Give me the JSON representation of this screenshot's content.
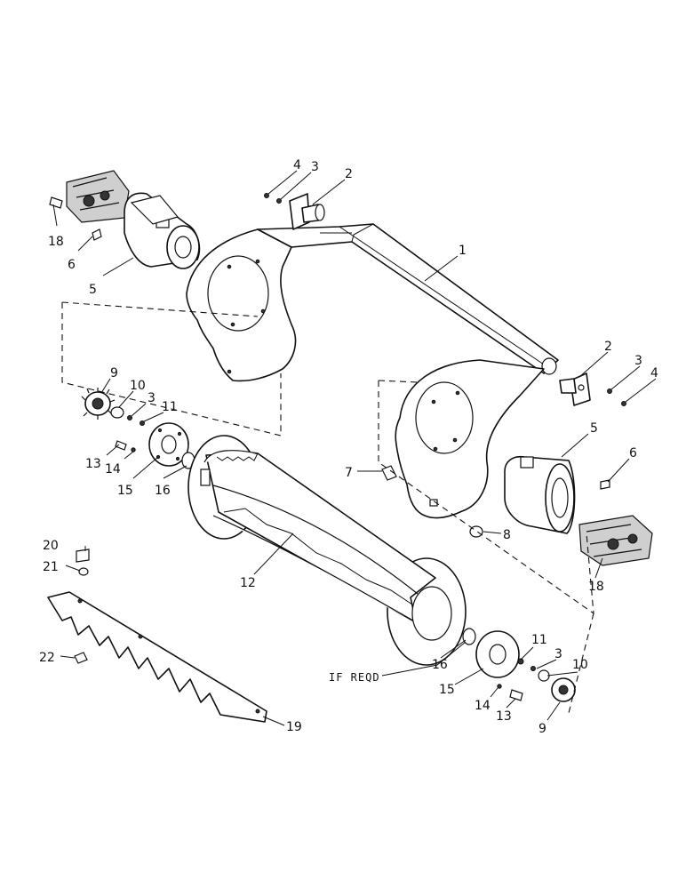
{
  "callouts": [
    {
      "id": "c18a",
      "text": "18"
    },
    {
      "id": "c6a",
      "text": "6"
    },
    {
      "id": "c5a",
      "text": "5"
    },
    {
      "id": "c4a",
      "text": "4"
    },
    {
      "id": "c3a",
      "text": "3"
    },
    {
      "id": "c2a",
      "text": "2"
    },
    {
      "id": "c1",
      "text": "1"
    },
    {
      "id": "c9a",
      "text": "9"
    },
    {
      "id": "c10a",
      "text": "10"
    },
    {
      "id": "c3b",
      "text": "3"
    },
    {
      "id": "c11a",
      "text": "11"
    },
    {
      "id": "c13a",
      "text": "13"
    },
    {
      "id": "c14a",
      "text": "14"
    },
    {
      "id": "c15a",
      "text": "15"
    },
    {
      "id": "c16a",
      "text": "16"
    },
    {
      "id": "c2b",
      "text": "2"
    },
    {
      "id": "c3c",
      "text": "3"
    },
    {
      "id": "c4b",
      "text": "4"
    },
    {
      "id": "c5b",
      "text": "5"
    },
    {
      "id": "c6b",
      "text": "6"
    },
    {
      "id": "c7",
      "text": "7"
    },
    {
      "id": "c8",
      "text": "8"
    },
    {
      "id": "c18b",
      "text": "18"
    },
    {
      "id": "c12",
      "text": "12"
    },
    {
      "id": "c20",
      "text": "20"
    },
    {
      "id": "c21",
      "text": "21"
    },
    {
      "id": "c22",
      "text": "22"
    },
    {
      "id": "c19",
      "text": "19"
    },
    {
      "id": "c11b",
      "text": "11"
    },
    {
      "id": "c3d",
      "text": "3"
    },
    {
      "id": "c10b",
      "text": "10"
    },
    {
      "id": "c16b",
      "text": "16"
    },
    {
      "id": "c15b",
      "text": "15"
    },
    {
      "id": "c14b",
      "text": "14"
    },
    {
      "id": "c13b",
      "text": "13"
    },
    {
      "id": "c9b",
      "text": "9"
    }
  ],
  "note": "IF REQD"
}
